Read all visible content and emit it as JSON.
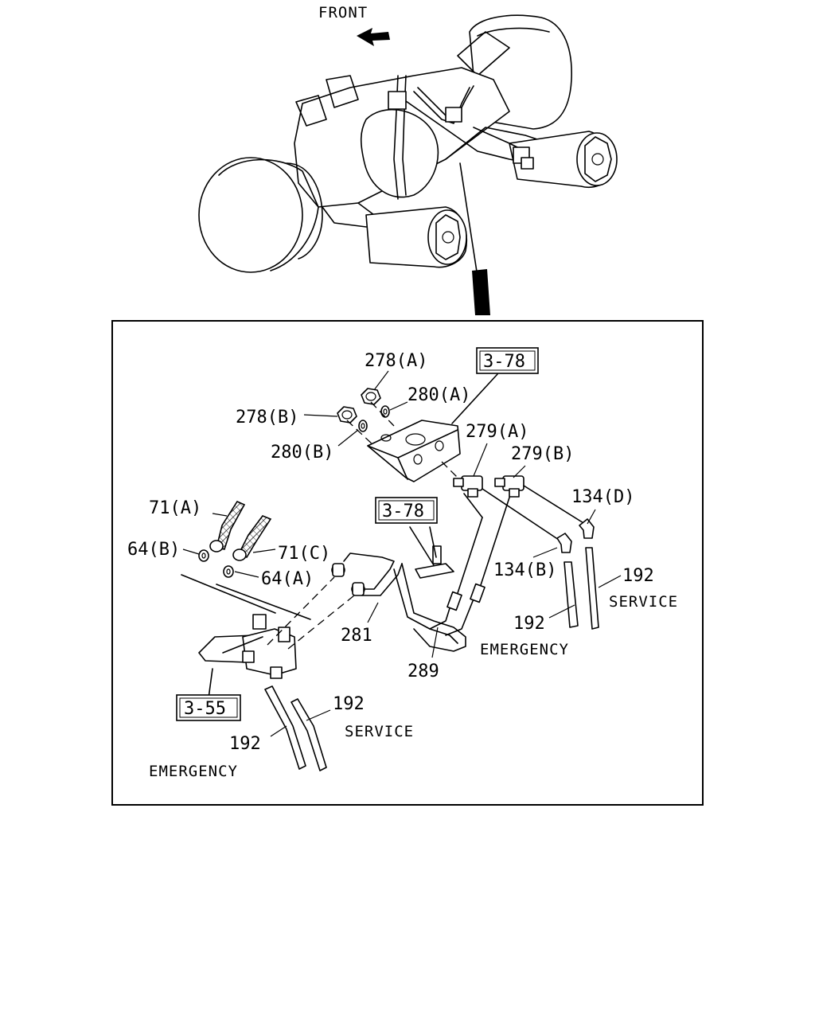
{
  "orientation": {
    "label": "FRONT"
  },
  "callouts": {
    "n278a": "278(A)",
    "n278b": "278(B)",
    "n280a": "280(A)",
    "n280b": "280(B)",
    "n279a": "279(A)",
    "n279b": "279(B)",
    "n134d": "134(D)",
    "n134b": "134(B)",
    "n71a": "71(A)",
    "n71c": "71(C)",
    "n64b": "64(B)",
    "n64a": "64(A)",
    "n281": "281",
    "n289": "289",
    "n192_right_service": "192",
    "n192_right_emergency": "192",
    "n192_left_service": "192",
    "n192_left_emergency": "192"
  },
  "refs": {
    "top": "3-78",
    "mid": "3-78",
    "left": "3-55"
  },
  "words": {
    "service_right": "SERVICE",
    "emergency_right": "EMERGENCY",
    "service_left": "SERVICE",
    "emergency_left": "EMERGENCY"
  }
}
